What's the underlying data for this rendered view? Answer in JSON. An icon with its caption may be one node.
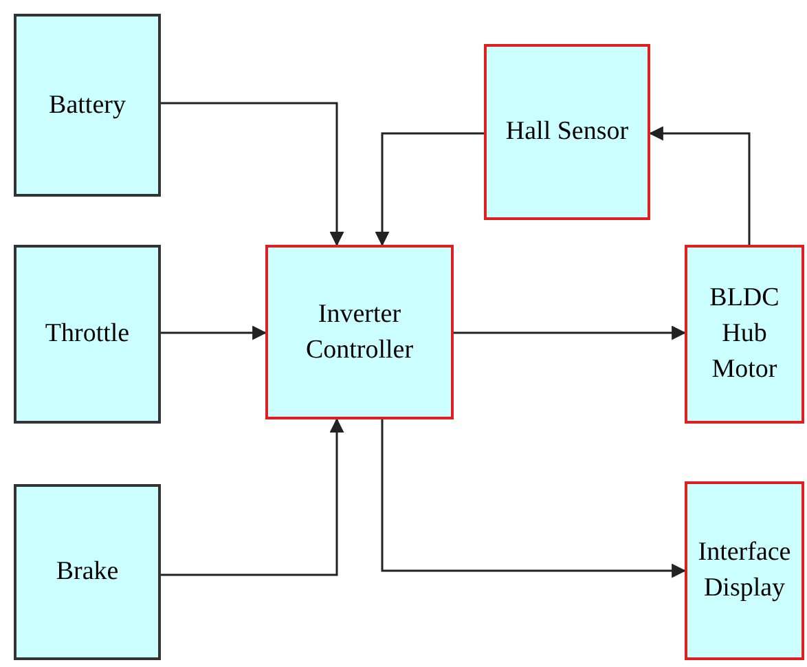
{
  "diagram": {
    "nodes": [
      {
        "text": [
          "Battery"
        ]
      },
      {
        "text": [
          "Throttle"
        ]
      },
      {
        "text": [
          "Brake"
        ]
      },
      {
        "text": [
          "Inverter Controller"
        ]
      },
      {
        "text": [
          "Hall Sensor"
        ]
      },
      {
        "text": [
          "BLDC Hub Motor"
        ]
      },
      {
        "text": [
          "Interface Display"
        ]
      }
    ],
    "edges": [
      {
        "from": 0,
        "to": 3,
        "arrow": "to"
      },
      {
        "from": 4,
        "to": 3,
        "arrow": "to"
      },
      {
        "from": 1,
        "to": 3,
        "arrow": "to"
      },
      {
        "from": 2,
        "to": 3,
        "arrow": "to"
      },
      {
        "from": 3,
        "to": 5,
        "arrow": "to"
      },
      {
        "from": 5,
        "to": 4,
        "arrow": "to"
      },
      {
        "from": 3,
        "to": 6,
        "arrow": "to"
      }
    ]
  }
}
